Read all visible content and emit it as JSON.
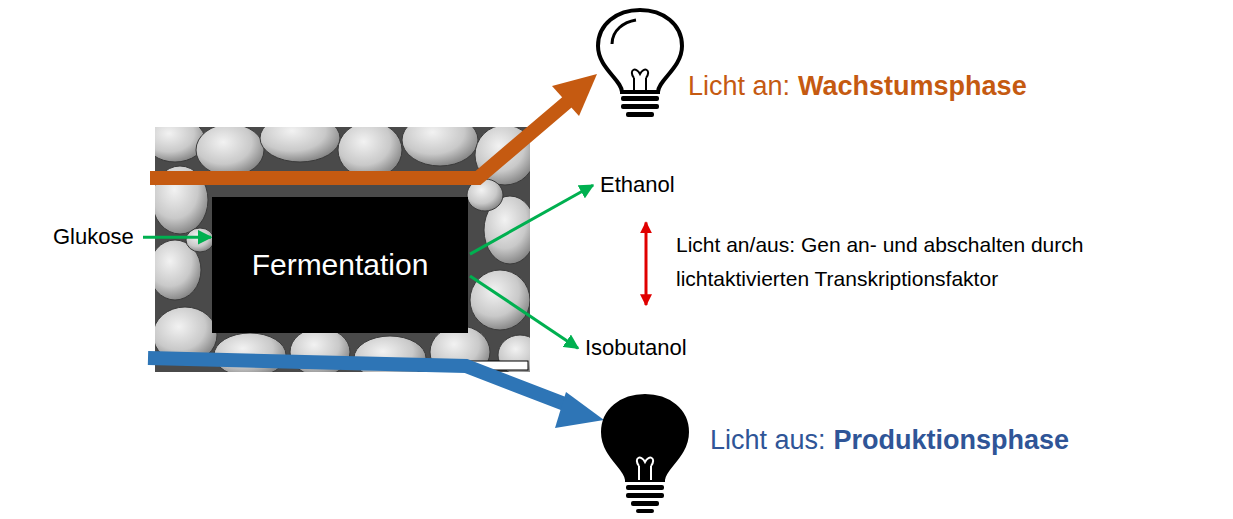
{
  "diagram": {
    "nodes": [
      {
        "text": [
          "Glukose"
        ]
      },
      {
        "text": [
          "Fermentation"
        ]
      },
      {
        "text": [
          "Ethanol"
        ]
      },
      {
        "text": [
          "Isobutanol"
        ]
      }
    ],
    "edges": [
      {
        "from": 0,
        "to": 1,
        "arrow": "to"
      },
      {
        "from": 1,
        "to": 2,
        "arrow": "to"
      },
      {
        "from": 1,
        "to": 3,
        "arrow": "to"
      },
      {
        "from": 2,
        "to": 3,
        "arrow": "both",
        "label": "Licht an/aus: Gen an- und abschalten durch lichtaktivierten Transkriptionsfaktor"
      }
    ],
    "labels": [
      "Licht an:",
      "Wachstumsphase",
      "Licht aus:",
      "Produktionsphase"
    ]
  }
}
